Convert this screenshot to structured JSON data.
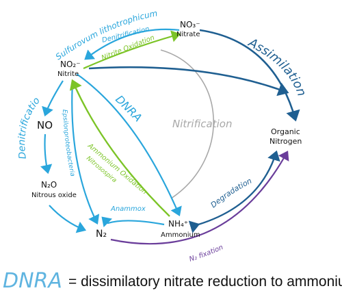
{
  "colors": {
    "light_blue": "#2aa6dc",
    "dark_blue": "#1f5f91",
    "green": "#7cc427",
    "gray": "#a8a8a8",
    "purple": "#6a3d9a",
    "legend_blue": "#5fb4e0"
  },
  "nodes": {
    "nitrate_formula": "NO₃⁻",
    "nitrate_name": "Nitrate",
    "nitrite_formula": "NO₂⁻",
    "nitrite_name": "Nitrite",
    "no": "NO",
    "n2o_formula": "N₂O",
    "n2o_name": "Nitrous oxide",
    "n2": "N₂",
    "ammonium_formula": "NH₄⁺",
    "ammonium_name": "Ammonium",
    "organic_line1": "Organic",
    "organic_line2": "Nitrogen"
  },
  "processes": {
    "sulfurovum": "Sulfurovum lithotrophicum",
    "denitrification_top": "Denitrification",
    "nitrite_oxidation": "Nitrite Oxidation",
    "assimilation": "Assimilation",
    "denitrification_left": "Denitrification",
    "epsilon": "Epsilonproteobacteria",
    "dnra": "DNRA",
    "nitrification": "Nitrification",
    "ammonium_oxidation_1": "Ammonium Oxidation",
    "ammonium_oxidation_2": "Nitrosospira",
    "anammox": "Anammox",
    "degradation": "Degradation",
    "n2_fixation": "N₂ fixation"
  },
  "legend": {
    "abbr": "DNRA",
    "definition": "= dissimilatory nitrate reduction to ammonium"
  }
}
